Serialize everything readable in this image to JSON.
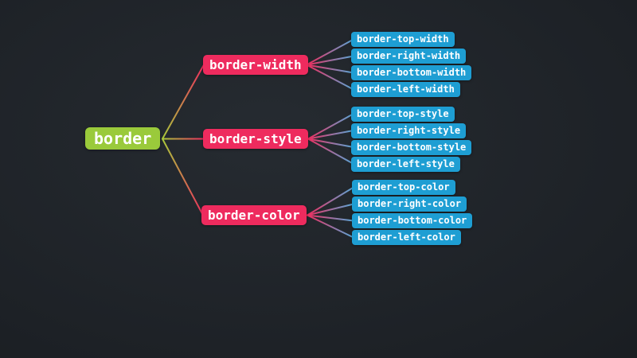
{
  "diagram": {
    "root": "border",
    "branches": [
      {
        "label": "border-width",
        "children": [
          "border-top-width",
          "border-right-width",
          "border-bottom-width",
          "border-left-width"
        ]
      },
      {
        "label": "border-style",
        "children": [
          "border-top-style",
          "border-right-style",
          "border-bottom-style",
          "border-left-style"
        ]
      },
      {
        "label": "border-color",
        "children": [
          "border-top-color",
          "border-right-color",
          "border-bottom-color",
          "border-left-color"
        ]
      }
    ]
  },
  "colors": {
    "background_center": "#262b31",
    "background_edge": "#121518",
    "root_node": "#9aca3b",
    "branch_node": "#ee2b5e",
    "leaf_node": "#1e9ed3",
    "edge_root_side": "#a9c93a",
    "edge_pink": "#ef2c5e",
    "edge_blue": "#57a9d9",
    "text": "#ffffff"
  }
}
